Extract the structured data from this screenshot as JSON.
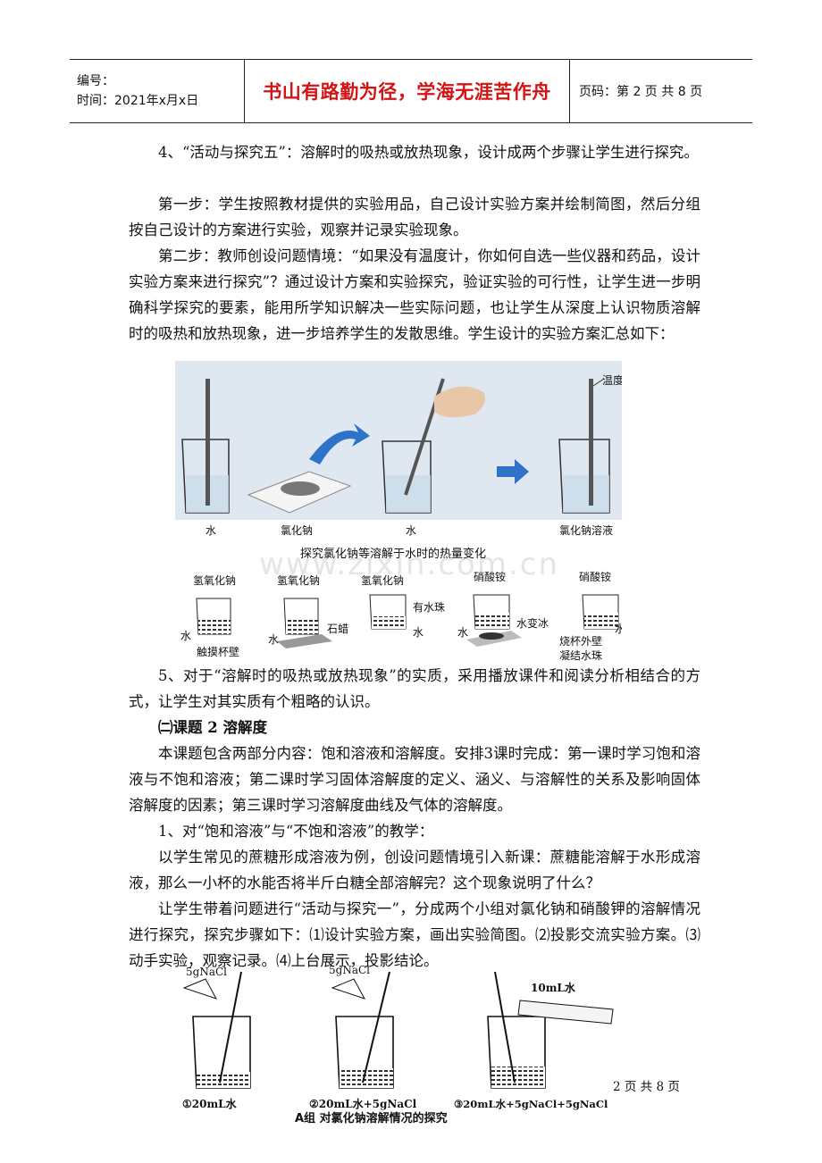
{
  "header": {
    "number_label": "编号：",
    "time_label": "时间：2021年x月x日",
    "motto": "书山有路勤为径，学海无涯苦作舟",
    "page_label": "页码：第 2 页  共 8 页"
  },
  "paragraphs": {
    "p1": "4、“活动与探究五”：溶解时的吸热或放热现象，设计成两个步骤让学生进行探究。",
    "p2": "第一步：学生按照教材提供的实验用品，自己设计实验方案并绘制简图，然后分组按自己设计的方案进行实验，观察并记录实验现象。",
    "p3": "第二步：教师创设问题情境：“如果没有温度计，你如何自选一些仪器和药品，设计实验方案来进行探究”？通过设计方案和实验探究，验证实验的可行性，让学生进一步明确科学探究的要素，能用所学知识解决一些实际问题，也让学生从深度上认识物质溶解时的吸热和放热现象，进一步培养学生的发散思维。学生设计的实验方案汇总如下：",
    "p4": "5、对于“溶解时的吸热或放热现象”的实质，采用播放课件和阅读分析相结合的方式，让学生对其实质有个粗略的认识。",
    "p5": "㈡课题 2  溶解度",
    "p6": "本课题包含两部分内容：饱和溶液和溶解度。安排3课时完成：第一课时学习饱和溶液与不饱和溶液；第二课时学习固体溶解度的定义、涵义、与溶解性的关系及影响固体溶解度的因素；第三课时学习溶解度曲线及气体的溶解度。",
    "p7": "1、对“饱和溶液”与“不饱和溶液”的教学：",
    "p8": "以学生常见的蔗糖形成溶液为例，创设问题情境引入新课：蔗糖能溶解于水形成溶液，那么一小杯的水能否将半斤白糖全部溶解完？这个现象说明了什么？",
    "p9": "让学生带着问题进行“活动与探究一”，分成两个小组对氯化钠和硝酸钾的溶解情况进行探究，探究步骤如下：⑴设计实验方案，画出实验简图。⑵投影交流实验方案。⑶动手实验，观察记录。⑷上台展示，投影结论。"
  },
  "figure1": {
    "label_thermometer": "温度计",
    "label_water1": "水",
    "label_nacl": "氯化钠",
    "label_water2": "水",
    "label_solution": "氯化钠溶液",
    "caption": "探究氯化钠等溶解于水时的热量变化",
    "b1_top": "氢氧化钠",
    "b1_left": "水",
    "b1_bottom": "触摸杯壁",
    "b2_top": "氢氧化钠",
    "b2_left": "水",
    "b2_right": "石蜡",
    "b3_top": "氢氧化钠",
    "b3_right1": "有水珠",
    "b3_right2": "水",
    "b4_top": "硝酸铵",
    "b4_left": "水",
    "b4_right": "水变冰",
    "b5_top": "硝酸铵",
    "b5_right": "水",
    "b5_bottom1": "烧杯外壁",
    "b5_bottom2": "凝结水珠"
  },
  "watermark": "www.zixin.com.cn",
  "figure2": {
    "nacl1": "5gNaCl",
    "nacl2": "5gNaCl",
    "cylinder": "10mL水",
    "step1": "①20mL水",
    "step2": "②20mL水+5gNaCl",
    "step3": "③20mL水+5gNaCl+5gNaCl",
    "caption": "A组  对氯化钠溶解情况的探究"
  },
  "page_number": "2 页 共 8 页"
}
